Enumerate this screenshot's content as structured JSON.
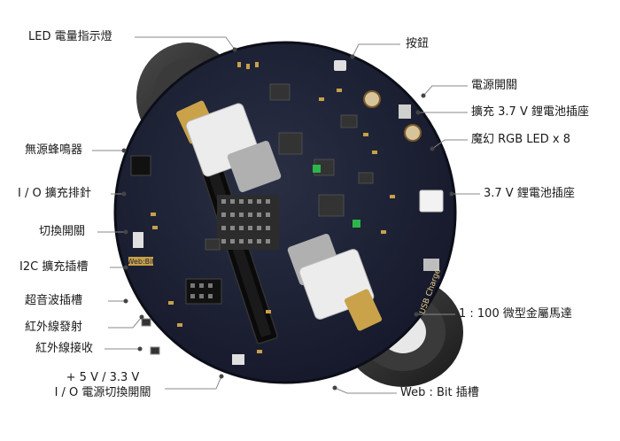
{
  "labels": {
    "led_indicator": "LED 電量指示燈",
    "button": "按鈕",
    "power_switch": "電源開關",
    "ext_battery_slot": "擴充 3.7 V 鋰電池插座",
    "buzzer": "無源蜂鳴器",
    "rgb_led": "魔幻 RGB LED x 8",
    "io_header": "I / O 擴充排針",
    "battery_socket": "3.7 V 鋰電池插座",
    "toggle_switch": "切換開關",
    "i2c_slot": "I2C 擴充插槽",
    "ultrasonic_slot": "超音波插槽",
    "ir_tx": "紅外線發射",
    "ir_rx": "紅外線接收",
    "gear_motor": "1 : 100 微型金屬馬達",
    "voltage_line1": "+ 5 V / 3.3 V",
    "voltage_line2": "I / O 電源切換開關",
    "webbit_slot": "Web : Bit 插槽"
  },
  "board_print": {
    "usb_charge": "USB Charge",
    "webbit": "Web:Bit"
  },
  "colors": {
    "pcb": "#1e2233",
    "wheel": "#2a2a2a",
    "motor_block": "#ececec",
    "gear": "#c9a24a",
    "leader": "#7a7a7a"
  }
}
